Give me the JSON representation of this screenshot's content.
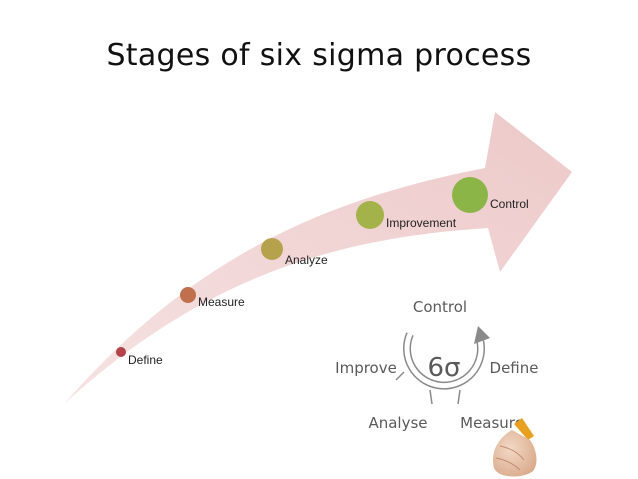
{
  "title": "Stages of six sigma process",
  "stages": [
    {
      "label": "Define",
      "color": "#b5414a"
    },
    {
      "label": "Measure",
      "color": "#c0704c"
    },
    {
      "label": "Analyze",
      "color": "#b6a14c"
    },
    {
      "label": "Improvement",
      "color": "#a3b34a"
    },
    {
      "label": "Control",
      "color": "#8cb548"
    }
  ],
  "arrow_color": "#f0d2d2",
  "cycle": {
    "center": "6σ",
    "steps": [
      "Control",
      "Define",
      "Measure",
      "Analyse",
      "Improve"
    ]
  }
}
